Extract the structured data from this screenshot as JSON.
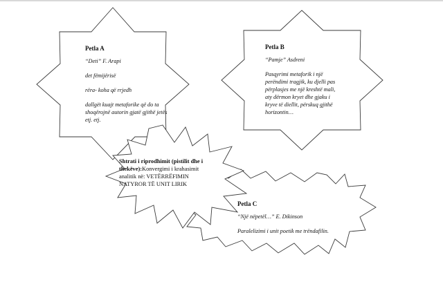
{
  "petla_a": {
    "title": "Petla A",
    "source_quote": "“Deti”",
    "source_author": " F. Arapi",
    "line1": "det  fëmijërisë",
    "line2": "rëra- koha që rrjedh",
    "line3a": "dallgët kuajt metaforike që do ta",
    "line3b": "shoqërojnë autorin gjatë gjithë jetës",
    "line3c": "etj. etj."
  },
  "petla_b": {
    "title": "Petla B",
    "source_quote": "“Pamje”",
    "source_author": " Asdreni",
    "l1": "Pasqyrimi metaforik i një",
    "l2": "perëndimi tragjik, ku djelli pas",
    "l3": "përplasjes me  një kreshtë mali,",
    "l4": "aty dërmon kryet dhe gjaku i",
    "l5": "kryve të diellit, përskuq gjithë",
    "l6": "horizontin…"
  },
  "shtrati": {
    "bold1": "Shtrati i riprodhimit (pistilit dhe i",
    "bold2": "thekëve):",
    "rest2": "Konvergimi i krahasimit",
    "l3": "analitik në: VETËRRËFIMIN",
    "l4": "NATYROR TË UNIT LIRIK"
  },
  "petla_c": {
    "title": "Petla C",
    "source_quote": "“Një nëpetël…”",
    "source_author": " E. Dikinson",
    "line1": "Paralelizimi i unit poetik me trëndafilin."
  }
}
